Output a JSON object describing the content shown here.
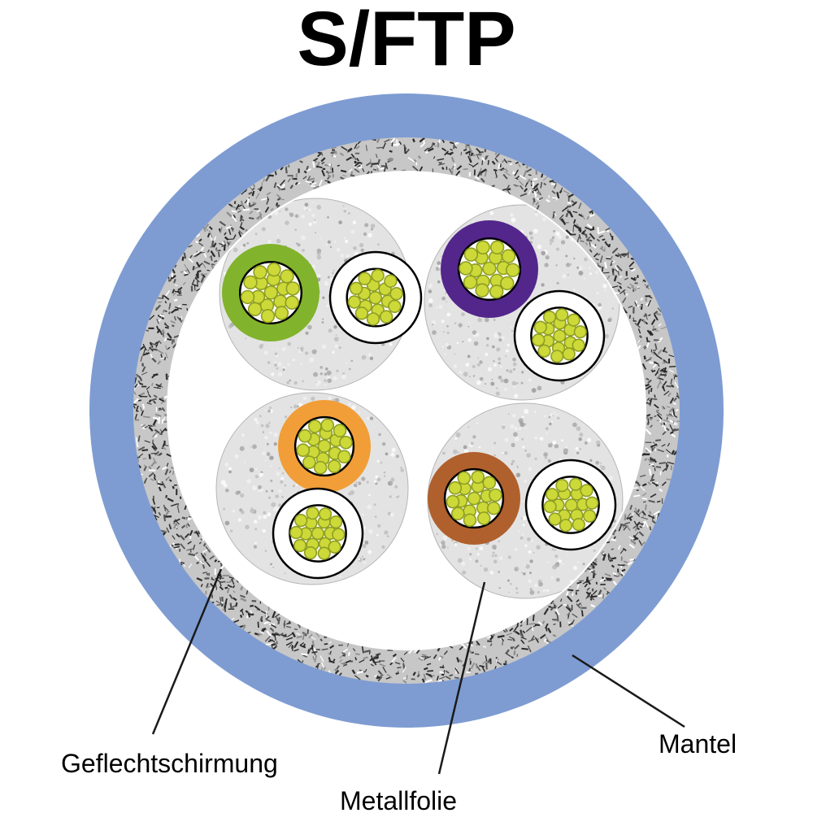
{
  "title": "S/FTP",
  "labels": {
    "braid": "Geflechtschirmung",
    "foil": "Metallfolie",
    "jacket": "Mantel"
  },
  "colors": {
    "jacket_blue": "#7e9cd2",
    "braid_gray": "#c7c7c7",
    "foil_gray": "#e3e3e3",
    "core_white": "#ffffff",
    "wire_green": "#82b32c",
    "wire_violet": "#53268c",
    "wire_orange": "#f19e38",
    "wire_brown": "#b0602c",
    "wire_white": "#ffffff",
    "strand_yellow": "#ccd938",
    "strand_outline": "#8f9e22",
    "outline_black": "#000000"
  },
  "cable": {
    "type_label": "S/FTP",
    "pairs": [
      {
        "position": "top-left",
        "wire_colors": [
          "green",
          "white"
        ]
      },
      {
        "position": "top-right",
        "wire_colors": [
          "violet",
          "white"
        ]
      },
      {
        "position": "bottom-left",
        "wire_colors": [
          "orange",
          "white"
        ]
      },
      {
        "position": "bottom-right",
        "wire_colors": [
          "brown",
          "white"
        ]
      }
    ]
  }
}
